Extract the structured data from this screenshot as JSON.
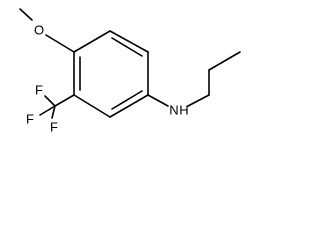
{
  "molecule": {
    "atoms": {
      "oxygen": "O",
      "nitrogen": "N",
      "hydrogen": "H",
      "fluorine_top": "F",
      "fluorine_left": "F",
      "fluorine_bottom": "F"
    }
  }
}
